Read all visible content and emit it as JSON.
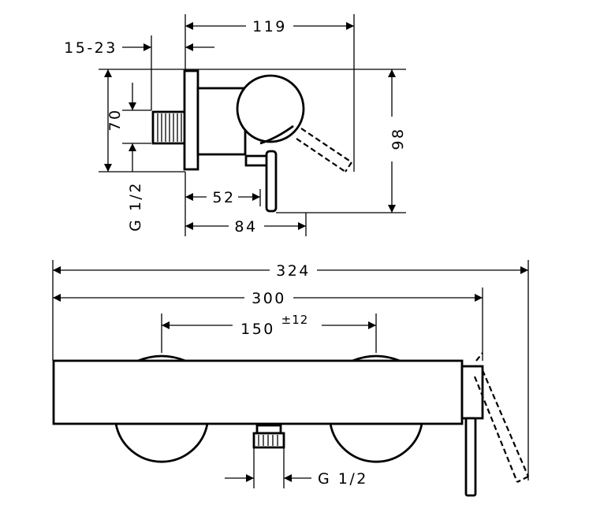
{
  "dimensions": {
    "top_width": "119",
    "connector_range": "15-23",
    "height_70": "70",
    "thread_side": "G 1/2",
    "depth_98": "98",
    "depth_52": "52",
    "depth_84": "84",
    "total_324": "324",
    "body_300": "300",
    "center_150": "150",
    "tolerance": "±12",
    "thread_bottom": "G 1/2"
  }
}
